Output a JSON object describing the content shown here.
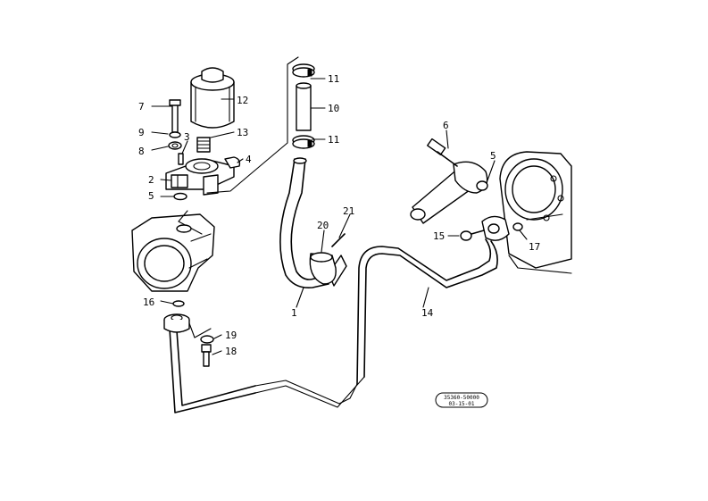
{
  "callouts": {
    "c1": "1",
    "c2": "2",
    "c3": "3",
    "c4": "4",
    "c5a": "5",
    "c5b": "5",
    "c6": "6",
    "c7": "7",
    "c8": "8",
    "c9": "9",
    "c10": "10",
    "c11a": "11",
    "c11b": "11",
    "c12": "12",
    "c13": "13",
    "c14": "14",
    "c15": "15",
    "c16": "16",
    "c17": "17",
    "c18": "18",
    "c19": "19",
    "c20": "20",
    "c21": "21"
  },
  "stamp": {
    "code": "35360-50000",
    "date": "03-15-01"
  }
}
